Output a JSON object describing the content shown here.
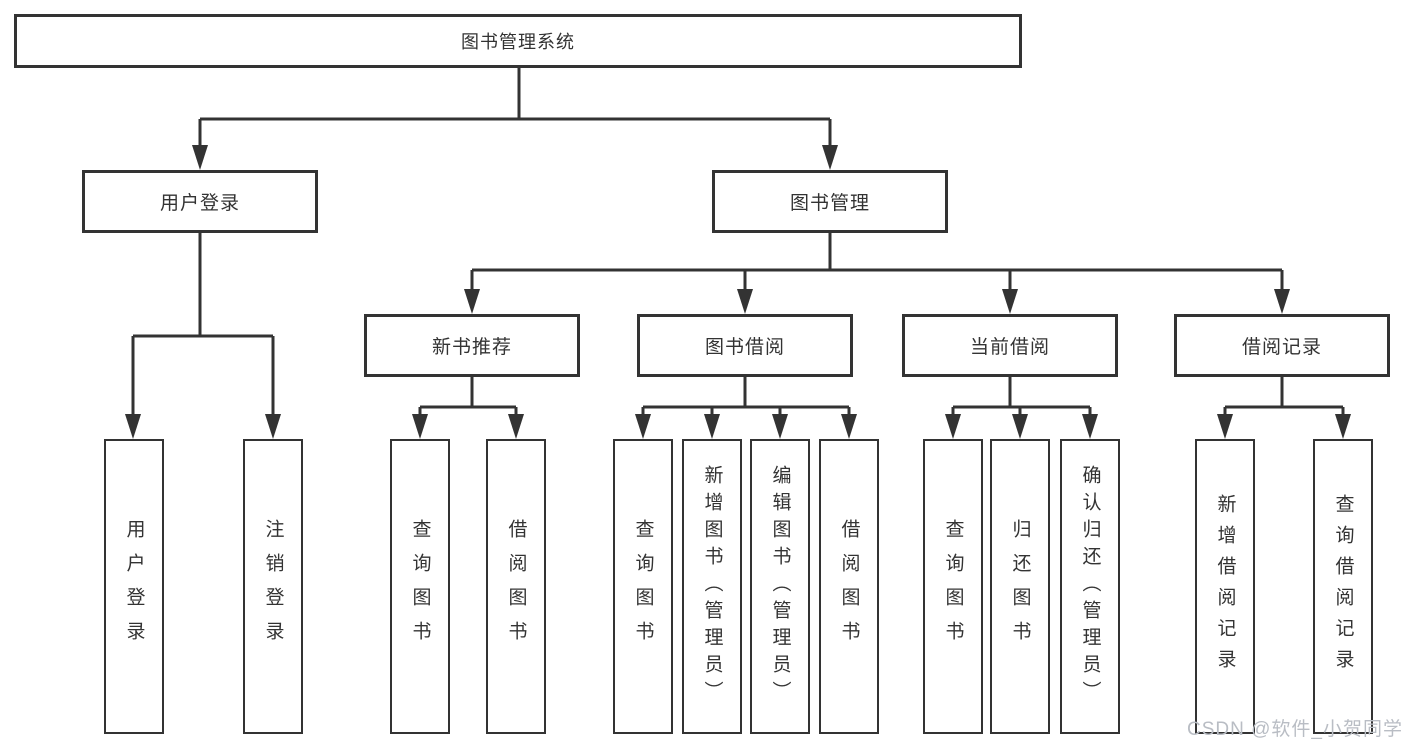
{
  "diagram": {
    "title": "图书管理系统",
    "root": {
      "label": "图书管理系统"
    },
    "branches": [
      {
        "label": "用户登录",
        "children": [
          {
            "label": "用户登录"
          },
          {
            "label": "注销登录"
          }
        ]
      },
      {
        "label": "图书管理",
        "children": [
          {
            "label": "新书推荐",
            "children": [
              {
                "label": "查询图书"
              },
              {
                "label": "借阅图书"
              }
            ]
          },
          {
            "label": "图书借阅",
            "children": [
              {
                "label": "查询图书"
              },
              {
                "label": "新增图书（管理员）"
              },
              {
                "label": "编辑图书（管理员）"
              },
              {
                "label": "借阅图书"
              }
            ]
          },
          {
            "label": "当前借阅",
            "children": [
              {
                "label": "查询图书"
              },
              {
                "label": "归还图书"
              },
              {
                "label": "确认归还（管理员）"
              }
            ]
          },
          {
            "label": "借阅记录",
            "children": [
              {
                "label": "新增借阅记录"
              },
              {
                "label": "查询借阅记录"
              }
            ]
          }
        ]
      }
    ]
  },
  "watermark": "CSDN @软件_小贺同学",
  "colors": {
    "line": "#333333",
    "box_border": "#333333",
    "box_fill": "#ffffff",
    "text": "#333333",
    "watermark": "#b9bdc4",
    "background": "#ffffff"
  }
}
